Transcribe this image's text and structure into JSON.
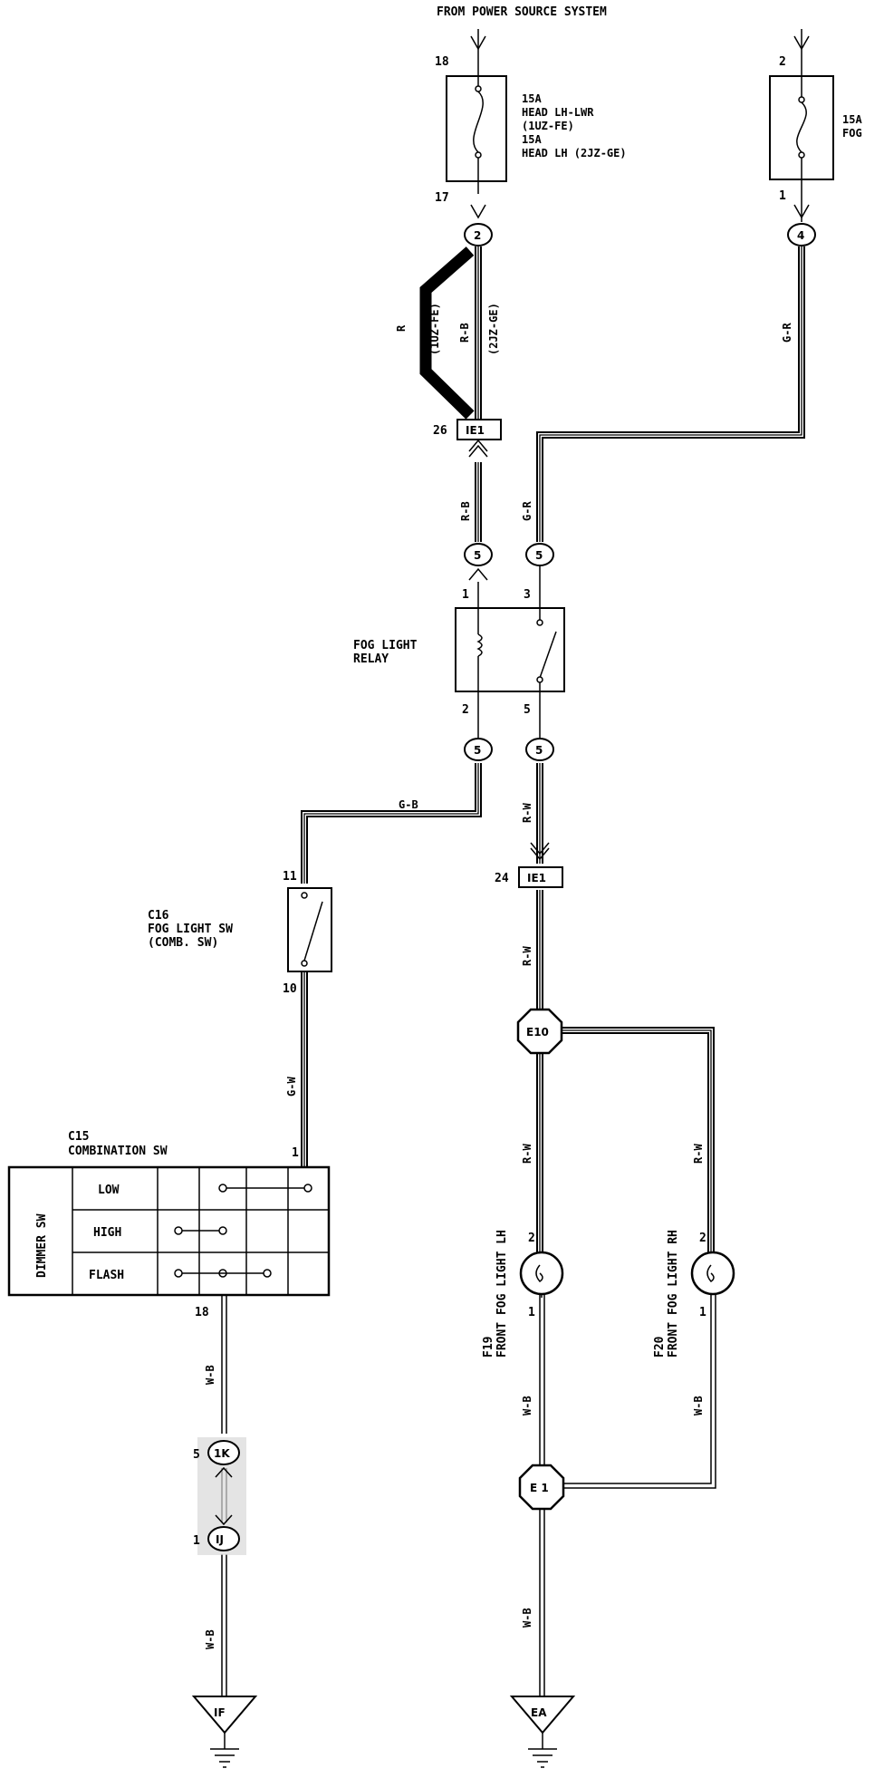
{
  "header": {
    "title": "FROM POWER SOURCE SYSTEM"
  },
  "fuses": {
    "left": {
      "pin_in": "18",
      "pin_out": "17",
      "label_lines": [
        "15A",
        "HEAD LH-LWR",
        "(1UZ-FE)",
        "15A",
        "HEAD LH (2JZ-GE)"
      ]
    },
    "right": {
      "pin_in": "2",
      "pin_out": "1",
      "label_lines": [
        "15A",
        "FOG"
      ]
    }
  },
  "connectors": {
    "c2": "2",
    "c4": "4",
    "c5a": "5",
    "c5b": "5",
    "c5c": "5",
    "c5d": "5",
    "ie1_top": "IE1",
    "ie1_bot": "IE1",
    "e10": "E10",
    "e1": "E 1",
    "k1": "1K",
    "j1": "IJ",
    "ground_if": "IF",
    "ground_ea": "EA"
  },
  "pins": {
    "ie1_top": "26",
    "ie1_bot": "24",
    "relay_1": "1",
    "relay_3": "3",
    "relay_2": "2",
    "relay_5": "5",
    "sw_11": "11",
    "sw_10": "10",
    "comb_1": "1",
    "comb_18": "18",
    "k1": "5",
    "j1": "1",
    "fog_lh_2": "2",
    "fog_lh_1": "1",
    "fog_rh_2": "2",
    "fog_rh_1": "1"
  },
  "wires": {
    "r": "R",
    "r_note": "(1UZ-FE)",
    "rb": "R-B",
    "rb_note": "(2JZ-GE)",
    "gr_top": "G-R",
    "rb_mid": "R-B",
    "gr_mid": "G-R",
    "gb": "G-B",
    "rw1": "R-W",
    "rw2": "R-W",
    "rw3": "R-W",
    "rw4": "R-W",
    "gw": "G-W",
    "wb1": "W-B",
    "wb2": "W-B",
    "wb3": "W-B",
    "wb4": "W-B",
    "wb5": "W-B"
  },
  "components": {
    "relay": {
      "line1": "FOG LIGHT",
      "line2": "RELAY"
    },
    "fog_sw": {
      "id": "C16",
      "line1": "FOG LIGHT SW",
      "line2": "(COMB. SW)"
    },
    "comb_sw": {
      "id": "C15",
      "name": "COMBINATION SW",
      "side_label": "DIMMER SW",
      "rows": [
        "LOW",
        "HIGH",
        "FLASH"
      ]
    },
    "fog_lh": {
      "id": "F19",
      "name": "FRONT FOG LIGHT LH"
    },
    "fog_rh": {
      "id": "F20",
      "name": "FRONT FOG LIGHT RH"
    }
  }
}
